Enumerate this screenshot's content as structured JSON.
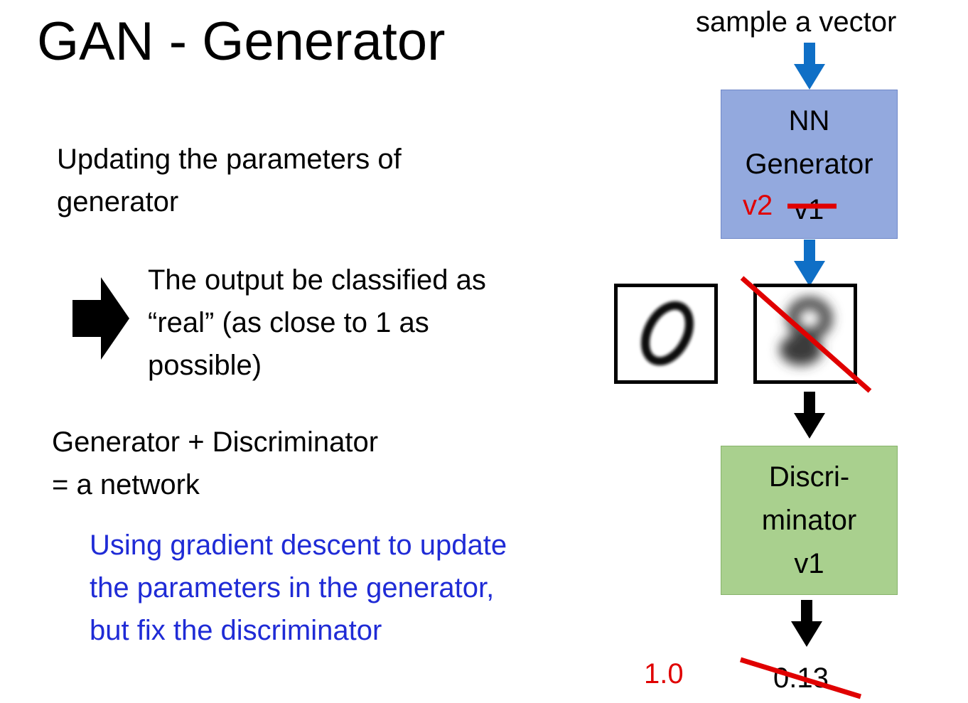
{
  "title": "GAN - Generator",
  "left": {
    "line1": "Updating the parameters of",
    "line2": "generator",
    "arrow_icon": "right-arrow-icon",
    "result_line1": "The output be classified as",
    "result_line2": "“real” (as close to 1 as",
    "result_line3": "possible)",
    "combo_line1": "Generator + Discriminator",
    "combo_line2": "= a network",
    "note_line1": "Using gradient descent to update",
    "note_line2": "the parameters in the generator,",
    "note_line3": "but fix the discriminator",
    "note_color": "#1f2bd6"
  },
  "diagram": {
    "input_label": "sample a vector",
    "generator": {
      "line1": "NN",
      "line2": "Generator",
      "old_version": "v1",
      "new_version": "v2",
      "color": "#93a9de"
    },
    "real_digit_icon": "handwritten-zero-image",
    "generated_digit_icon": "blurry-generated-digit-image",
    "discriminator": {
      "line1": "Discri-",
      "line2": "minator",
      "line3": "v1",
      "color": "#a9d08e"
    },
    "old_score": "0.13",
    "new_score": "1.0",
    "arrow_blue": "#0f6fc6",
    "strike_red": "#e00000"
  }
}
